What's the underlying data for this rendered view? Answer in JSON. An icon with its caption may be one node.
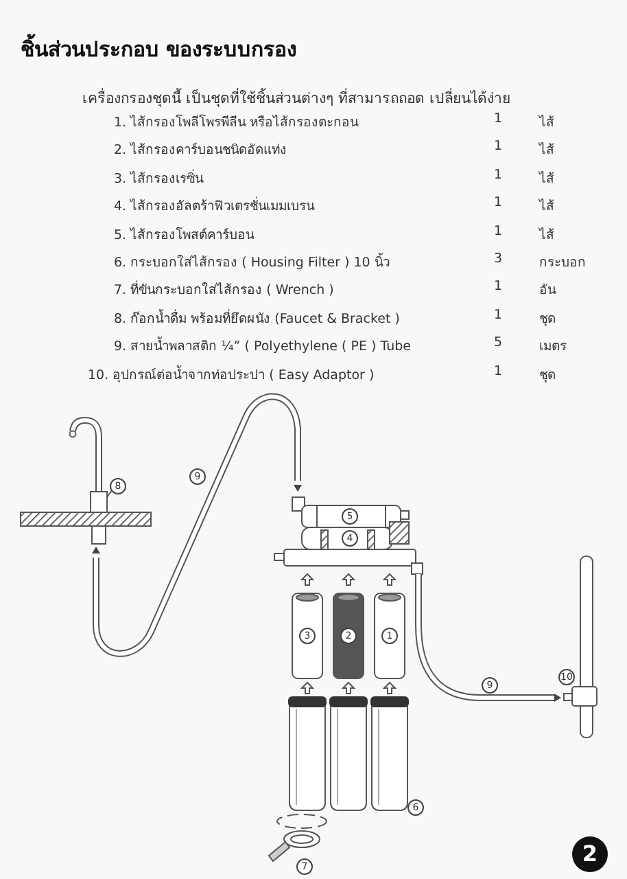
{
  "diagram": {
    "title": "ชิ้นส่วนประกอบ ของระบบกรอง",
    "labels": [
      "เครื่องกรองชุดนี้ เป็นชุดที่ใช้ชิ้นส่วนต่างๆ ที่สามารถถอด เปลี่ยนได้ง่าย",
      "1. ไส้กรองโพลีโพรพีลีน หรือไส้กรองตะกอน",
      "1",
      "ไส้",
      "2. ไส้กรองคาร์บอนชนิดอัดแท่ง",
      "1",
      "ไส้",
      "3. ไส้กรองเรซิ่น",
      "1",
      "ไส้",
      "4. ไส้กรองอัลตร้าฟิวเตรชั่นเมมเบรน",
      "1",
      "ไส้",
      "5. ไส้กรองโพสต์คาร์บอน",
      "1",
      "ไส้",
      "6. กระบอกใส่ไส้กรอง ( Housing Filter ) 10 นิ้ว",
      "3",
      "กระบอก",
      "7. ที่ขันกระบอกใส่ไส้กรอง ( Wrench )",
      "1",
      "อัน",
      "8. ก๊อกน้ำดื่ม พร้อมที่ยึดผนัง (Faucet & Bracket )",
      "1",
      "ชุด",
      "9. สายน้ำพลาสติก ¼” ( Polyethylene ( PE ) Tube",
      "5",
      "เมตร",
      "10. อุปกรณ์ต่อน้ำจากท่อประปา ( Easy Adaptor )",
      "1",
      "ชุด",
      "8",
      "9",
      "5",
      "4",
      "3",
      "2",
      "1",
      "9",
      "10",
      "6",
      "7",
      "2"
    ]
  }
}
